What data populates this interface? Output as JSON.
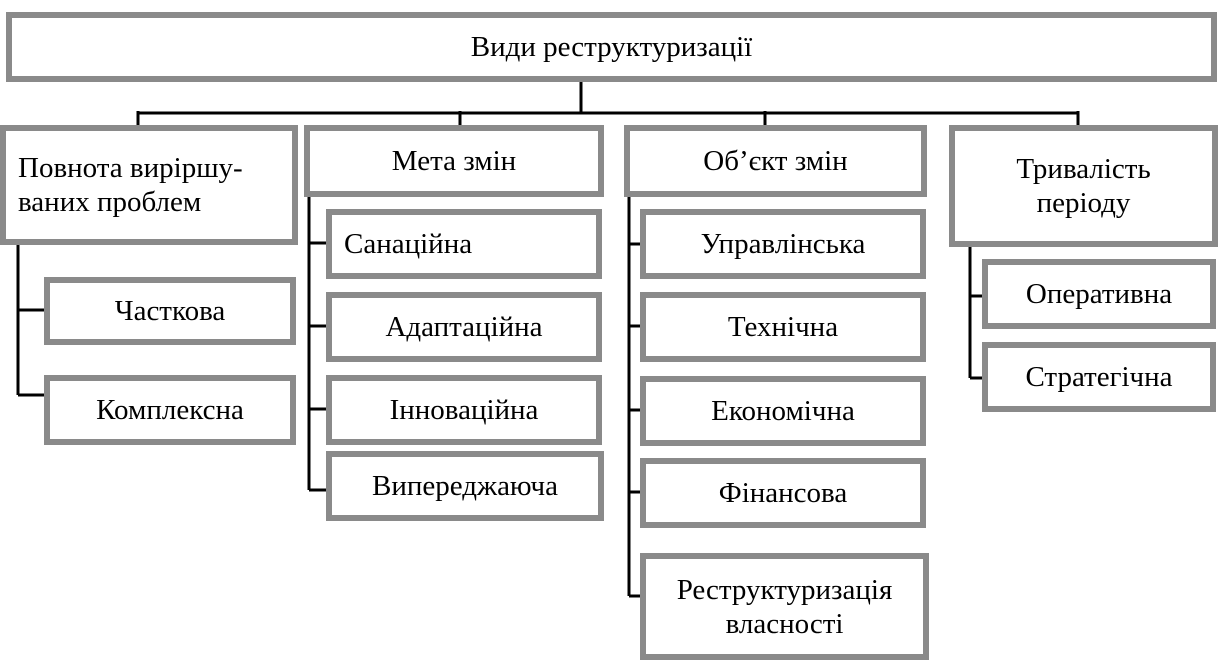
{
  "title": "Види реструктуризації",
  "categories": [
    {
      "label": "Повнота виріршу-ваних проблем",
      "label_lines": [
        "Повнота виріршу-",
        "ваних проблем"
      ],
      "items": [
        "Часткова",
        "Комплексна"
      ]
    },
    {
      "label": "Мета змін",
      "label_lines": [
        "Мета змін"
      ],
      "items": [
        "Санаційна",
        "Адаптаційна",
        "Інноваційна",
        "Випереджаюча"
      ]
    },
    {
      "label": "Об’єкт змін",
      "label_lines": [
        "Об’єкт змін"
      ],
      "items": [
        "Управлінська",
        "Технічна",
        "Економічна",
        "Фінансова",
        "Реструктуризація власності"
      ],
      "last_item_lines": [
        "Реструктуризація",
        "власності"
      ]
    },
    {
      "label": "Тривалість періоду",
      "label_lines": [
        "Тривалість",
        "періоду"
      ],
      "items": [
        "Оперативна",
        "Стратегічна"
      ]
    }
  ],
  "colors": {
    "border": "#8a8a8a",
    "connector": "#000000",
    "background": "#ffffff"
  }
}
